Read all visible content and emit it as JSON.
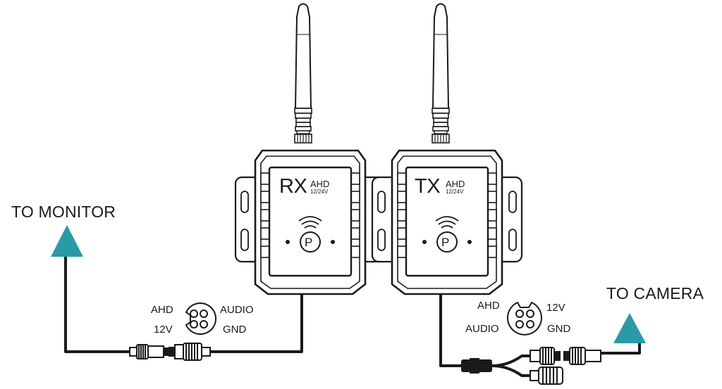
{
  "labels": {
    "to_monitor": "TO MONITOR",
    "to_camera": "TO CAMERA"
  },
  "rx": {
    "code": "RX",
    "type": "AHD",
    "voltage": "12/24V",
    "button": "P"
  },
  "tx": {
    "code": "TX",
    "type": "AHD",
    "voltage": "12/24V",
    "button": "P"
  },
  "rx_connector": {
    "ahd": "AHD",
    "audio": "AUDIO",
    "v12": "12V",
    "gnd": "GND"
  },
  "tx_connector": {
    "ahd": "AHD",
    "v12": "12V",
    "audio": "AUDIO",
    "gnd": "GND"
  },
  "colors": {
    "line": "#1a1a1a",
    "arrow": "#2a9aa6",
    "background": "#ffffff"
  }
}
